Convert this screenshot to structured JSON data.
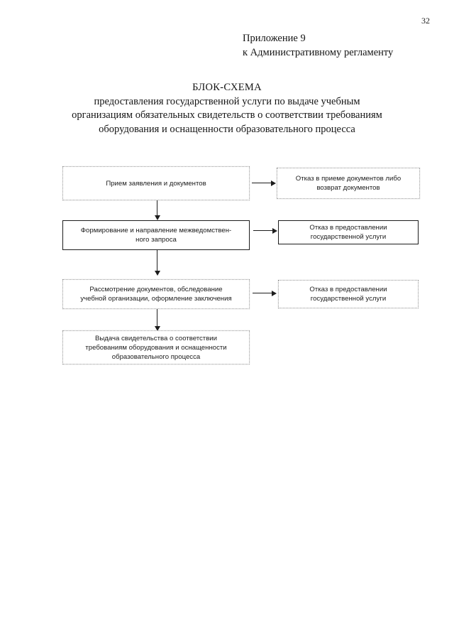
{
  "page": {
    "number": "32"
  },
  "appendix": {
    "line1": "Приложение 9",
    "line2": "к Административному регламенту"
  },
  "title": {
    "heading": "БЛОК-СХЕМА",
    "line1": "предоставления государственной услуги по выдаче учебным",
    "line2": "организациям обязательных свидетельств о соответствии требованиям",
    "line3": "оборудования и оснащенности образовательного процесса"
  },
  "flowchart": {
    "nodes": [
      {
        "id": "accept-application",
        "border": "faint",
        "lines": [
          "Прием заявления и документов"
        ]
      },
      {
        "id": "refuse-acceptance",
        "border": "faint",
        "lines": [
          "Отказ в приеме документов  либо",
          "возврат документов"
        ]
      },
      {
        "id": "interagency-request",
        "border": "solid",
        "lines": [
          "Формирование и направление межведомствен-",
          "ного запроса"
        ]
      },
      {
        "id": "refuse-service-1",
        "border": "solid",
        "lines": [
          "Отказ в предоставлении",
          "государственной услуги"
        ]
      },
      {
        "id": "review-documents",
        "border": "faint",
        "lines": [
          "Рассмотрение документов, обследование",
          "учебной организации, оформление заключения"
        ]
      },
      {
        "id": "refuse-service-2",
        "border": "faint",
        "lines": [
          "Отказ в предоставлении",
          "государственной услуги"
        ]
      },
      {
        "id": "issue-certificate",
        "border": "faint",
        "lines": [
          "Выдача свидетельства о соответствии",
          "требованиям оборудования и оснащенности",
          "образовательного процесса"
        ]
      }
    ],
    "connectors": [
      {
        "id": "accept-to-refuse-acceptance",
        "kind": "horizontal-arrow"
      },
      {
        "id": "accept-to-interagency",
        "kind": "vertical-arrow"
      },
      {
        "id": "interagency-to-refuse-1",
        "kind": "horizontal-arrow"
      },
      {
        "id": "interagency-to-review",
        "kind": "vertical-arrow"
      },
      {
        "id": "review-to-refuse-2",
        "kind": "horizontal-arrow"
      },
      {
        "id": "review-to-issue",
        "kind": "vertical-arrow"
      }
    ]
  },
  "colors": {
    "ink": "#1d1d1d",
    "faint_border": "#9a9a9a",
    "paper": "#ffffff"
  }
}
